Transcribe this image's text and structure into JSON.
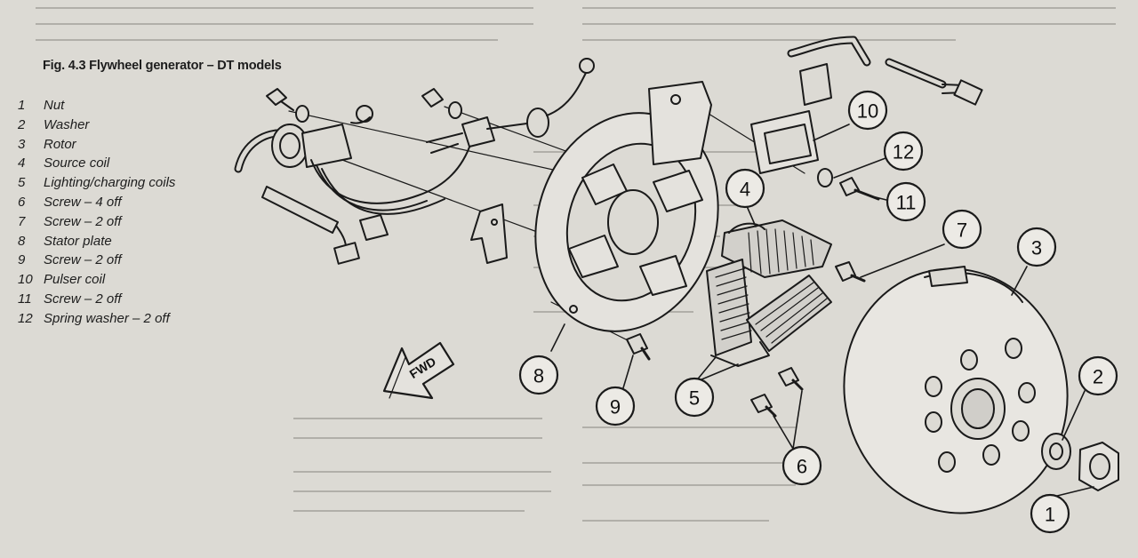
{
  "figure": {
    "caption": "Fig. 4.3 Flywheel generator – DT models"
  },
  "legend": [
    {
      "num": "1",
      "label": "Nut"
    },
    {
      "num": "2",
      "label": "Washer"
    },
    {
      "num": "3",
      "label": "Rotor"
    },
    {
      "num": "4",
      "label": "Source coil"
    },
    {
      "num": "5",
      "label": "Lighting/charging coils"
    },
    {
      "num": "6",
      "label": "Screw – 4 off"
    },
    {
      "num": "7",
      "label": "Screw – 2 off"
    },
    {
      "num": "8",
      "label": "Stator plate"
    },
    {
      "num": "9",
      "label": "Screw – 2 off"
    },
    {
      "num": "10",
      "label": "Pulser coil"
    },
    {
      "num": "11",
      "label": "Screw – 2 off"
    },
    {
      "num": "12",
      "label": "Spring washer – 2 off"
    }
  ],
  "direction_label": "FWD",
  "callouts": {
    "c1": "1",
    "c2": "2",
    "c3": "3",
    "c4": "4",
    "c5": "5",
    "c6": "6",
    "c7": "7",
    "c8": "8",
    "c9": "9",
    "c10": "10",
    "c11": "11",
    "c12": "12"
  }
}
